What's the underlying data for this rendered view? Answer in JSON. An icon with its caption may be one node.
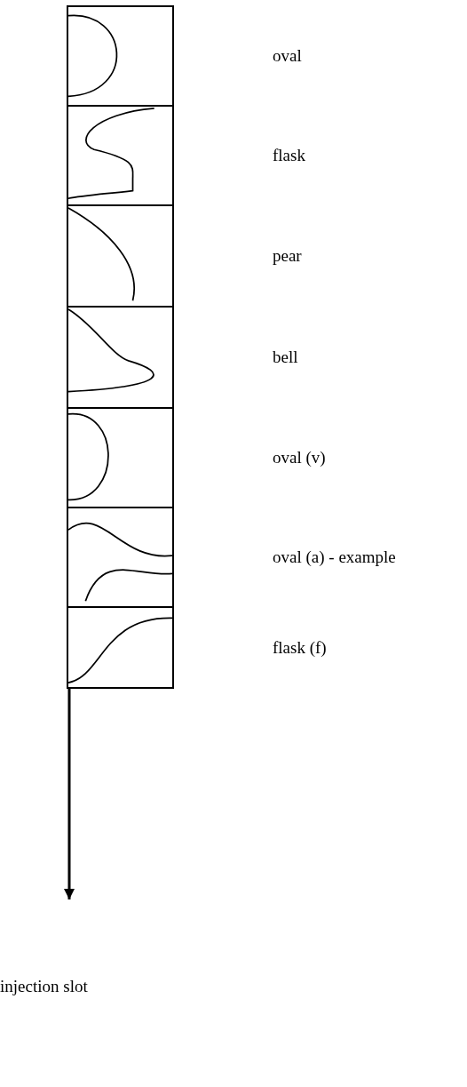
{
  "diagram": {
    "nodes": [
      {
        "text": [],
        "shape": "box"
      },
      {
        "text": [],
        "shape": "box"
      },
      {
        "text": [],
        "shape": "box"
      },
      {
        "text": [],
        "shape": "box"
      },
      {
        "text": [],
        "shape": "box"
      },
      {
        "text": [],
        "shape": "box"
      },
      {
        "text": [],
        "shape": "box"
      },
      {
        "text": [
          "injection slot"
        ]
      }
    ],
    "edges": [
      {
        "from": 6,
        "to": 7,
        "arrow": "to"
      }
    ],
    "labels": [
      "oval",
      "flask",
      "pear",
      "bell",
      "oval (v)",
      "oval (a) - example",
      "flask (f)"
    ]
  }
}
